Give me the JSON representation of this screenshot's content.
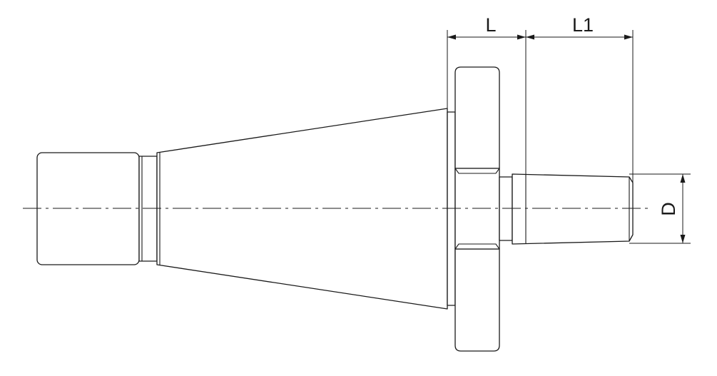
{
  "dimensions": {
    "L": "L",
    "L1": "L1",
    "D": "D"
  }
}
